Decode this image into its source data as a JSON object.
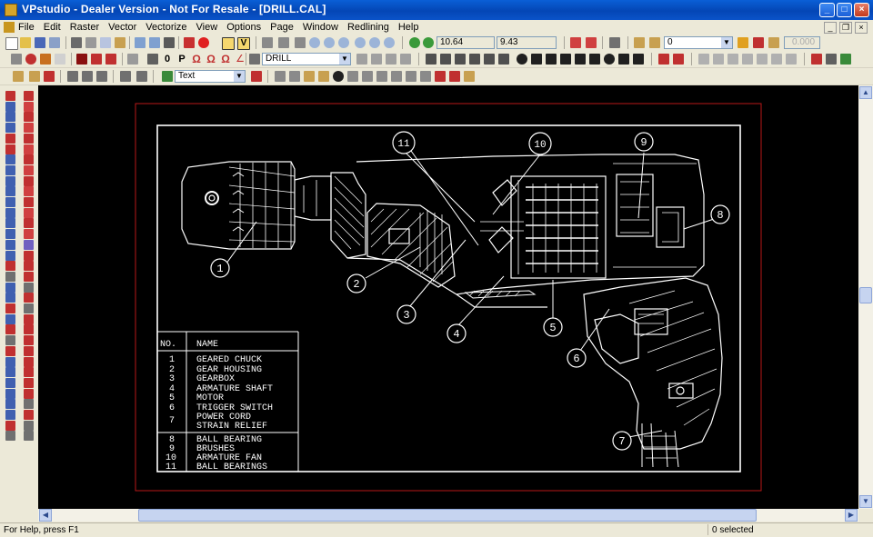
{
  "window": {
    "title": "VPstudio - Dealer Version - Not For Resale - [DRILL.CAL]"
  },
  "menu": [
    "File",
    "Edit",
    "Raster",
    "Vector",
    "Vectorize",
    "View",
    "Options",
    "Page",
    "Window",
    "Redlining",
    "Help"
  ],
  "toolbar": {
    "coord_x": "10.64",
    "coord_y": "9.43",
    "layer_value": "0",
    "spin_value": "0.000",
    "drawing_name": "DRILL",
    "style_value": "Text"
  },
  "drawing": {
    "callouts": [
      "1",
      "2",
      "3",
      "4",
      "5",
      "6",
      "7",
      "8",
      "9",
      "10",
      "11"
    ],
    "table": {
      "headers": [
        "NO.",
        "NAME"
      ],
      "rows": [
        {
          "no": "1",
          "name": "GEARED CHUCK"
        },
        {
          "no": "2",
          "name": "GEAR HOUSING"
        },
        {
          "no": "3",
          "name": "GEARBOX"
        },
        {
          "no": "4",
          "name": "ARMATURE SHAFT"
        },
        {
          "no": "5",
          "name": "MOTOR"
        },
        {
          "no": "6",
          "name": "TRIGGER SWITCH"
        },
        {
          "no": "7",
          "name": "POWER CORD",
          "name2": "STRAIN RELIEF"
        },
        {
          "no": "8",
          "name": "BALL BEARING"
        },
        {
          "no": "9",
          "name": "BRUSHES"
        },
        {
          "no": "10",
          "name": "ARMATURE FAN"
        },
        {
          "no": "11",
          "name": "BALL BEARINGS"
        }
      ]
    }
  },
  "status": {
    "help": "For Help, press F1",
    "selected": "0 selected"
  }
}
